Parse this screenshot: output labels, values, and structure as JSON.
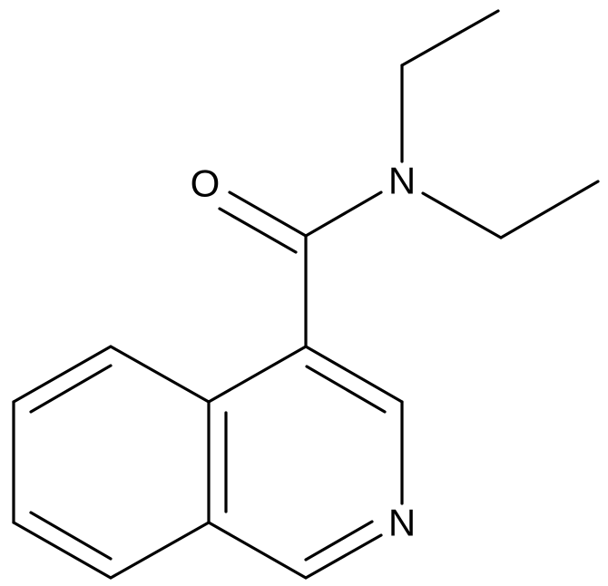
{
  "molecule": {
    "atoms": {
      "oxygen": "O",
      "amide_nitrogen": "N",
      "ring_nitrogen": "N"
    },
    "colors": {
      "bond": "#000000",
      "background": "#ffffff"
    }
  }
}
